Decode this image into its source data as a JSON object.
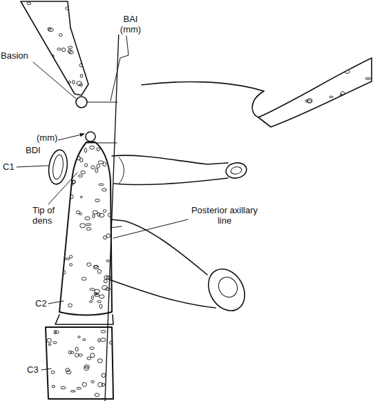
{
  "diagram": {
    "labels": [
      "BAI (mm)",
      "Basion",
      "(mm)",
      "BDI",
      "C1",
      "Tip of dens",
      "Posterior axillary line",
      "C2",
      "C3"
    ]
  }
}
